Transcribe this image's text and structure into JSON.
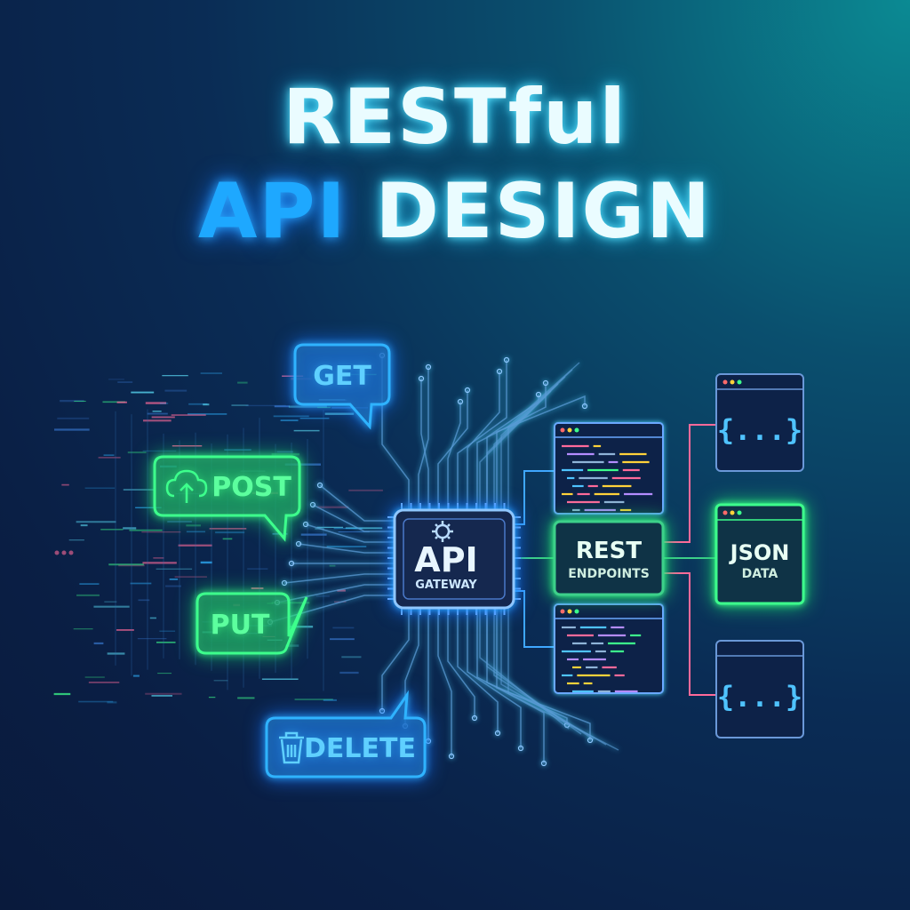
{
  "title": {
    "line1": "RESTful",
    "line2_highlight": "API",
    "line2_rest": "DESIGN"
  },
  "methods": {
    "get": "GET",
    "post": "POST",
    "put": "PUT",
    "delete": "DELETE"
  },
  "gateway": {
    "main": "API",
    "sub": "GATEWAY"
  },
  "endpoints": {
    "line1": "REST",
    "line2": "ENDPOINTS"
  },
  "json": {
    "line1": "JSON",
    "line2": "DATA"
  },
  "braces": {
    "top": "{...}",
    "bottom": "{...}"
  },
  "icons": [
    "cloud-upload-icon",
    "trash-icon",
    "gear-icon",
    "code-window-icon"
  ],
  "colors": {
    "blue": "#2fb3ff",
    "green": "#3dff8c",
    "cyan": "#5fe6ff",
    "pink": "#ff6a9a",
    "panel": "#0c2a55"
  }
}
